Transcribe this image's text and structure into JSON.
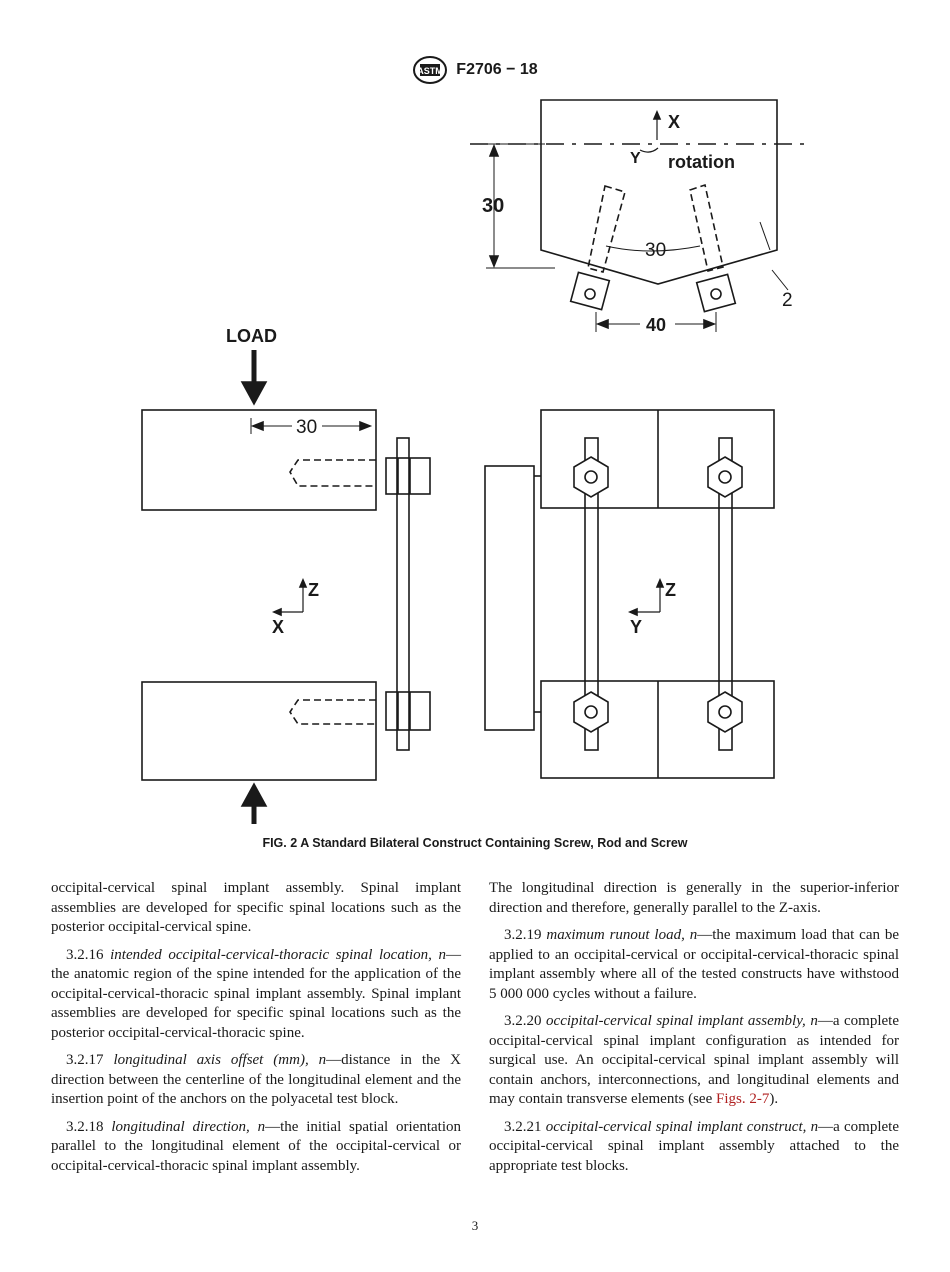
{
  "header": {
    "logo_icon": "astm-logo-icon",
    "doc_id": "F2706 − 18"
  },
  "figure": {
    "caption": "FIG. 2 A Standard Bilateral Construct Containing Screw, Rod and Screw",
    "labels": {
      "axis_x_top": "X",
      "axis_y_top": "Y",
      "rotation": "rotation",
      "dim_30_vertical": "30",
      "dim_30_angle": "30",
      "dim_2": "2",
      "dim_40": "40",
      "load": "LOAD",
      "dim_30_side": "30",
      "axis_z_left": "Z",
      "axis_x_left": "X",
      "axis_z_right": "Z",
      "axis_y_right": "Y"
    }
  },
  "body": {
    "left_col": [
      {
        "type": "cont",
        "text": "occipital-cervical spinal implant assembly. Spinal implant assemblies are developed for specific spinal locations such as the posterior occipital-cervical spine."
      },
      {
        "type": "def",
        "num": "3.2.16",
        "term": "intended occipital-cervical-thoracic spinal location,",
        "pos": "n",
        "text": "—the anatomic region of the spine intended for the application of the occipital-cervical-thoracic spinal implant assembly. Spinal implant assemblies are developed for specific spinal locations such as the posterior occipital-cervical-thoracic spine."
      },
      {
        "type": "def",
        "num": "3.2.17",
        "term": "longitudinal axis offset (mm),",
        "pos": "n",
        "text": "—distance in the X direction between the centerline of the longitudinal element and the insertion point of the anchors on the polyacetal test block."
      },
      {
        "type": "def",
        "num": "3.2.18",
        "term": "longitudinal direction,",
        "pos": "n",
        "text": "—the initial spatial orientation parallel to the longitudinal element of the occipital-cervical or occipital-cervical-thoracic spinal implant assembly."
      }
    ],
    "right_col": [
      {
        "type": "cont",
        "text": "The longitudinal direction is generally in the superior-inferior direction and therefore, generally parallel to the Z-axis."
      },
      {
        "type": "def",
        "num": "3.2.19",
        "term": "maximum runout load,",
        "pos": "n",
        "text": "—the maximum load that can be applied to an occipital-cervical or occipital-cervical-thoracic spinal implant assembly where all of the tested constructs have withstood 5 000 000 cycles without a failure."
      },
      {
        "type": "def",
        "num": "3.2.20",
        "term": "occipital-cervical spinal implant assembly,",
        "pos": "n",
        "text": "—a complete occipital-cervical spinal implant configuration as intended for surgical use. An occipital-cervical spinal implant assembly will contain anchors, interconnections, and longitudinal elements and may contain transverse elements (see ",
        "link": "Figs. 2-7",
        "tail": ")."
      },
      {
        "type": "def",
        "num": "3.2.21",
        "term": "occipital-cervical spinal implant construct,",
        "pos": "n",
        "text": "—a complete occipital-cervical spinal implant assembly attached to the appropriate test blocks."
      }
    ]
  },
  "footer": {
    "page_number": "3"
  }
}
